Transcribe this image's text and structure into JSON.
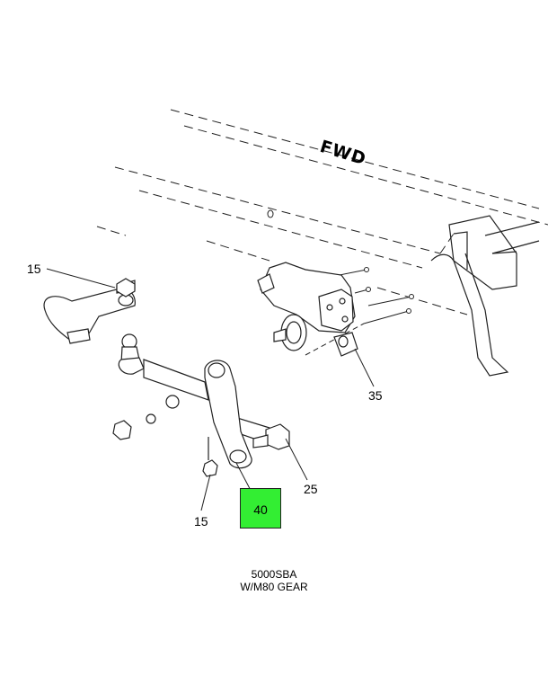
{
  "diagram": {
    "orientation_label": "FWD",
    "callouts": [
      {
        "id": "c1",
        "text": "15"
      },
      {
        "id": "c2",
        "text": "35"
      },
      {
        "id": "c3",
        "text": "25"
      },
      {
        "id": "c4",
        "text": "15"
      },
      {
        "id": "c5",
        "text": "40"
      }
    ],
    "highlight_color": "#33ee33",
    "caption": {
      "line1": "5000SBA",
      "line2": "W/M80 GEAR"
    }
  }
}
